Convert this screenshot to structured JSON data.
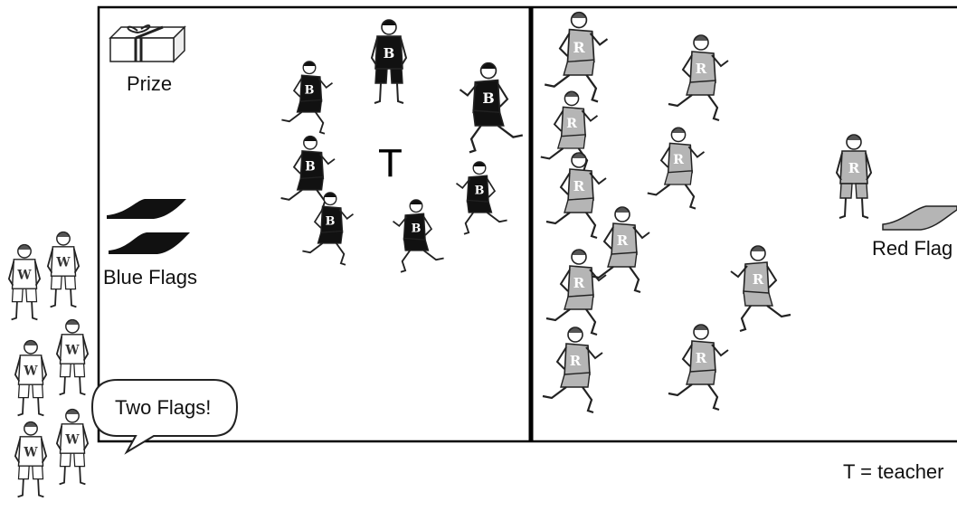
{
  "labels": {
    "prize": "Prize",
    "blue_flags": "Blue Flags",
    "red_flag": "Red Flag",
    "teacher_mark": "T",
    "legend": "T = teacher",
    "speech": "Two Flags!"
  },
  "team_letters": {
    "blue": "B",
    "red": "R",
    "white": "W"
  },
  "colors": {
    "blue_team": "#111111",
    "red_team": "#b5b5b5",
    "white_team": "#ffffff",
    "outline": "#222222"
  }
}
